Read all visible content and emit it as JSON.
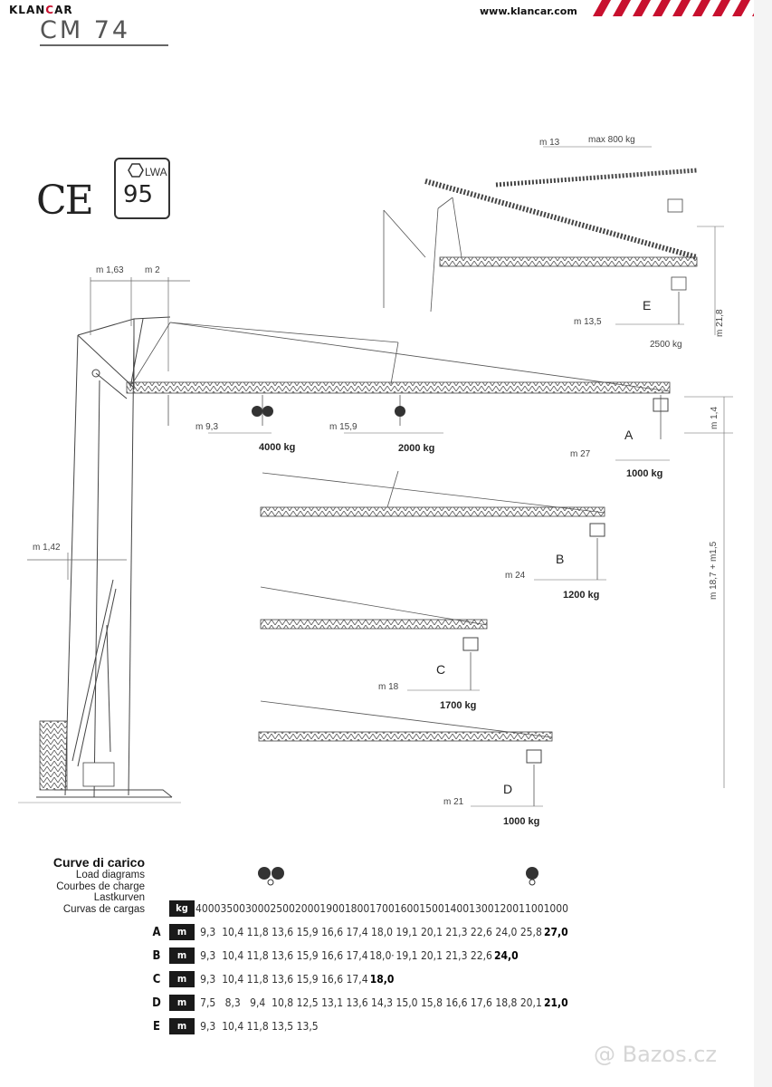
{
  "header": {
    "logo_text_1": "KLAN",
    "logo_text_2": "C",
    "logo_text_3": "AR",
    "website": "www.klancar.com",
    "accent_color": "#c8102e"
  },
  "model": "CM 74",
  "certification": {
    "ce_mark": "CE",
    "lwa_label": "LWA",
    "lwa_value": "95"
  },
  "top_dimensions": {
    "m163": "m 1,63",
    "m2": "m 2",
    "m142": "m 1,42"
  },
  "config_A": {
    "name": "A",
    "m93": "m 9,3",
    "m159": "m 15,9",
    "m27": "m 27",
    "load_4000": "4000 kg",
    "load_2000": "2000 kg",
    "load_1000": "1000 kg",
    "m14": "m 1,4"
  },
  "config_B": {
    "name": "B",
    "reach": "m 24",
    "load": "1200 kg"
  },
  "config_C": {
    "name": "C",
    "reach": "m 18",
    "load": "1700 kg"
  },
  "config_D": {
    "name": "D",
    "reach": "m 21",
    "load": "1000 kg"
  },
  "config_E": {
    "name": "E",
    "m13": "m 13",
    "max_load": "max 800 kg",
    "m135": "m 13,5",
    "load": "2500 kg",
    "height": "m 21,8"
  },
  "height_main": "m 18,7 + m1,5",
  "load_curves": {
    "title": "Curve di carico",
    "subtitles": [
      "Load diagrams",
      "Courbes de charge",
      "Lastkurven",
      "Curvas de cargas"
    ],
    "unit_kg": "kg",
    "unit_m": "m",
    "loads": [
      "4000",
      "3500",
      "3000",
      "2500",
      "2000",
      "1900",
      "1800",
      "1700",
      "1600",
      "1500",
      "1400",
      "1300",
      "1200",
      "1100",
      "1000"
    ],
    "rows": [
      {
        "label": "A",
        "values": [
          "9,3",
          "10,4",
          "11,8",
          "13,6",
          "15,9",
          "16,6",
          "17,4",
          "18,0",
          "19,1",
          "20,1",
          "21,3",
          "22,6",
          "24,0",
          "25,8",
          "27,0"
        ],
        "bold_index": 14
      },
      {
        "label": "B",
        "values": [
          "9,3",
          "10,4",
          "11,8",
          "13,6",
          "15,9",
          "16,6",
          "17,4",
          "18,0·",
          "19,1",
          "20,1",
          "21,3",
          "22,6",
          "24,0",
          "",
          ""
        ],
        "bold_index": 12
      },
      {
        "label": "C",
        "values": [
          "9,3",
          "10,4",
          "11,8",
          "13,6",
          "15,9",
          "16,6",
          "17,4",
          "18,0",
          "",
          "",
          "",
          "",
          "",
          "",
          ""
        ],
        "bold_index": 7
      },
      {
        "label": "D",
        "values": [
          "7,5",
          "8,3",
          "9,4",
          "10,8",
          "12,5",
          "13,1",
          "13,6",
          "14,3",
          "15,0",
          "15,8",
          "16,6",
          "17,6",
          "18,8",
          "20,1",
          "21,0"
        ],
        "bold_index": 14
      },
      {
        "label": "E",
        "values": [
          "9,3",
          "10,4",
          "11,8",
          "13,5",
          "13,5",
          "",
          "",
          "",
          "",
          "",
          "",
          "",
          "",
          "",
          ""
        ],
        "bold_index": -1
      }
    ]
  },
  "watermark": "@ Bazos.cz"
}
